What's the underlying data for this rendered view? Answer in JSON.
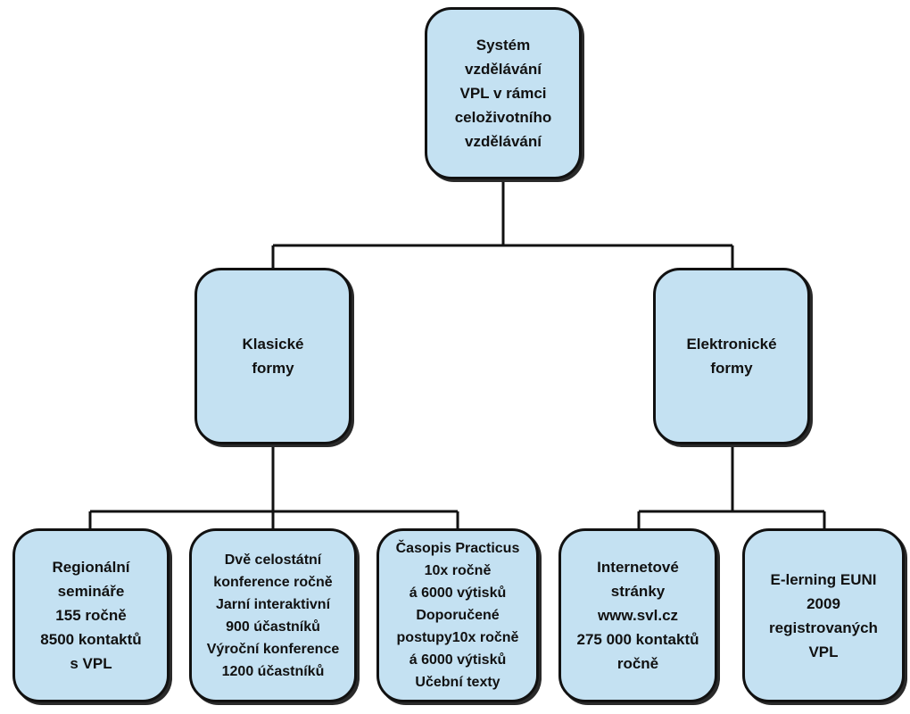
{
  "diagram": {
    "root": {
      "text": "Systém\nvzdělávání\nVPL v rámci\nceloživotního\nvzdělávání"
    },
    "branches": [
      {
        "text": "Klasické\nformy",
        "children": [
          {
            "text": "Regionální\nsemináře\n155 ročně\n8500 kontaktů\ns VPL"
          },
          {
            "text": "Dvě celostátní\nkonference ročně\nJarní interaktivní\n900 účastníků\nVýroční konference\n1200 účastníků"
          },
          {
            "text": "Časopis Practicus\n10x ročně\ná 6000 výtisků\nDoporučené\npostupy10x ročně\ná 6000 výtisků\nUčební texty"
          }
        ]
      },
      {
        "text": "Elektronické\nformy",
        "children": [
          {
            "text": "Internetové\nstránky\nwww.svl.cz\n275 000 kontaktů\nročně"
          },
          {
            "text": "E-lerning EUNI\n2009\nregistrovaných\nVPL"
          }
        ]
      }
    ]
  }
}
